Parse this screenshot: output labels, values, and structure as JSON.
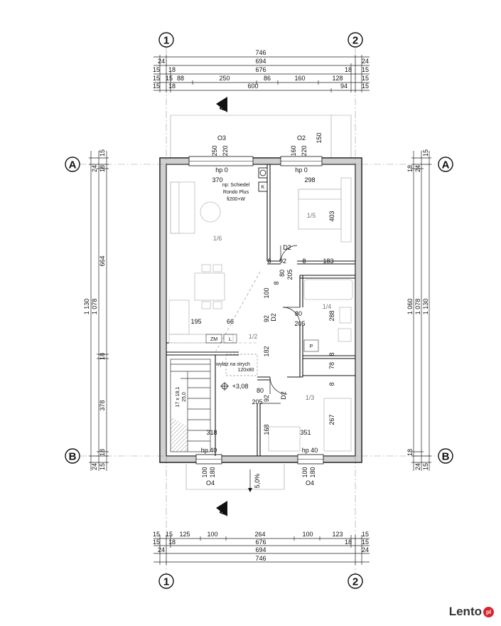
{
  "axes": {
    "a1": "1",
    "a2": "2",
    "aA": "A",
    "aB": "B"
  },
  "section_mark": "A",
  "top_dims": {
    "r1": [
      "746"
    ],
    "r2": [
      "24",
      "694",
      "24"
    ],
    "r3": [
      "15",
      "18",
      "676",
      "18",
      "15"
    ],
    "r4": [
      "15",
      "15",
      "88",
      "250",
      "86",
      "160",
      "128",
      "15"
    ],
    "r5": [
      "15",
      "18",
      "600",
      "94",
      "15"
    ]
  },
  "bottom_dims": {
    "r1": [
      "15",
      "15",
      "125",
      "100",
      "264",
      "100",
      "123",
      "15"
    ],
    "r2": [
      "15",
      "18",
      "676",
      "18",
      "15"
    ],
    "r3": [
      "24",
      "694",
      "24"
    ],
    "r4": [
      "746"
    ]
  },
  "left_dims": {
    "total": "1 130",
    "inner": "1 078",
    "seg1": "664",
    "seg2": "378",
    "t1": "15",
    "t2": "24",
    "t3": "18",
    "mid": "18",
    "b1": "18",
    "b2": "24",
    "b3": "15"
  },
  "right_dims": {
    "total": "1 130",
    "inner": "1 078",
    "seg1": "1 060",
    "t1": "15",
    "t2": "24",
    "t3": "18",
    "b1": "18",
    "b2": "24",
    "b3": "15"
  },
  "windows": {
    "o3": "O3",
    "o3_w": "250",
    "o3_h": "220",
    "o2": "O2",
    "o2_w": "160",
    "o2_h": "220",
    "o4a": "O4",
    "o4a_a": "100",
    "o4a_b": "180",
    "o4b": "O4",
    "o4b_a": "100",
    "o4b_b": "180",
    "hp0a": "hp 0",
    "hp0b": "hp 0",
    "hp40a": "hp 40",
    "hp40b": "hp 40",
    "dim150": "150"
  },
  "rooms": {
    "r16": "1/6",
    "r15": "1/5",
    "r14": "1/4",
    "r12": "1/2",
    "r13": "1/3"
  },
  "chimney": {
    "line1": "np: Schiedel",
    "line2": "Rondo Plus",
    "line3": "fi200+W",
    "k": "K"
  },
  "doors": {
    "d1": "D2",
    "d2": "D2",
    "d3": "D2"
  },
  "inner_dims": {
    "w370": "370",
    "w298": "298",
    "h403": "403",
    "d92a": "92",
    "d8a": "8",
    "d8b": "8",
    "w183": "183",
    "d80a": "80",
    "d205a": "205",
    "d8c": "8",
    "d100": "100",
    "d92b": "92",
    "d80b": "80",
    "d205b": "205",
    "h288": "288",
    "w195": "195",
    "w66": "66",
    "zm": "ZM",
    "l": "L",
    "h182": "182",
    "w78": "78",
    "d8d": "8",
    "d8e": "8",
    "d80c": "80",
    "d92c": "92",
    "d205c": "205",
    "h168": "168",
    "w351": "351",
    "w318": "318",
    "h267": "267",
    "p": "P"
  },
  "attic": {
    "line1": "wyłaz na strych",
    "line2": "120x80"
  },
  "level": "+3,08",
  "stairs": {
    "line1": "17 x 18,1",
    "line2": "25,0"
  },
  "slope": "5,0%",
  "watermark": {
    "text": "Lento",
    "badge": "pl"
  }
}
